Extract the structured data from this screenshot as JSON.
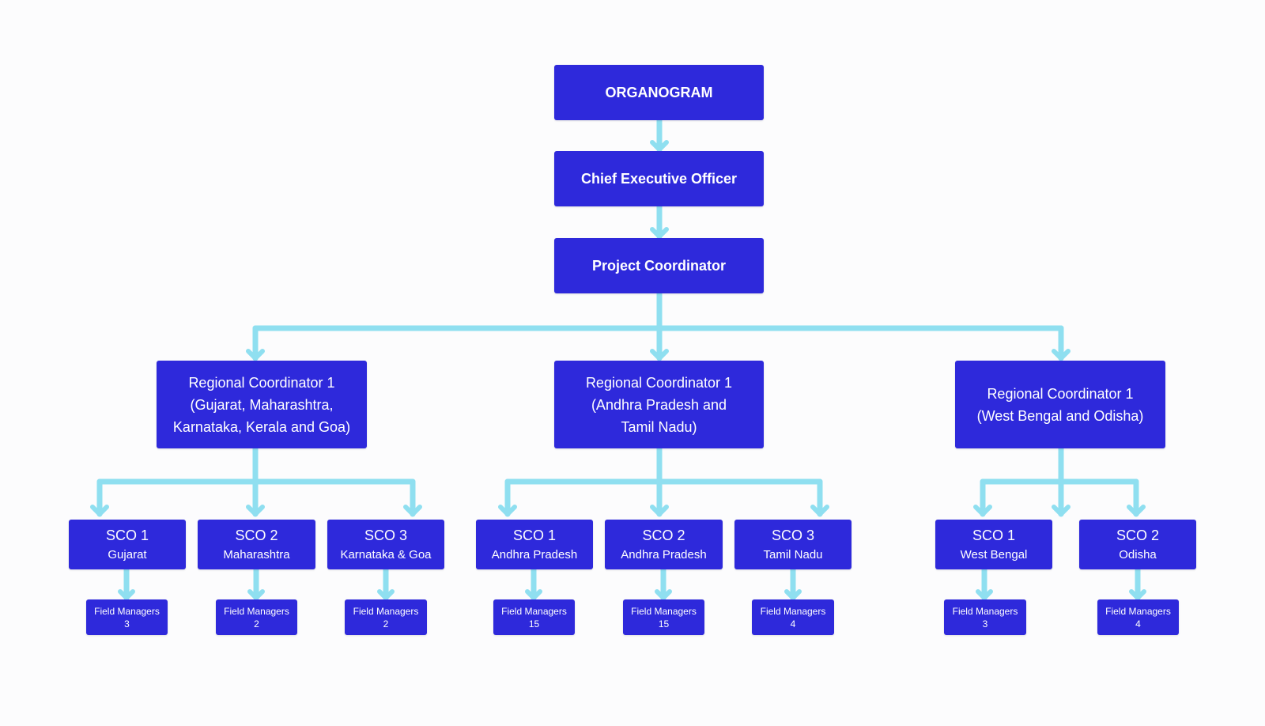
{
  "colors": {
    "box": "#2e29db",
    "text": "#ffffff",
    "connector": "#8fdff0",
    "background": "#fcfcfd"
  },
  "top": {
    "organogram": "ORGANOGRAM",
    "ceo": "Chief Executive Officer",
    "project_coordinator": "Project Coordinator"
  },
  "regions": [
    {
      "rc_lines": [
        "Regional Coordinator 1",
        "(Gujarat, Maharashtra,",
        "Karnataka, Kerala and Goa)"
      ],
      "scos": [
        {
          "title": "SCO 1",
          "area": "Gujarat",
          "fm_label": "Field Managers",
          "fm_count": "3"
        },
        {
          "title": "SCO 2",
          "area": "Maharashtra",
          "fm_label": "Field Managers",
          "fm_count": "2"
        },
        {
          "title": "SCO 3",
          "area": "Karnataka & Goa",
          "fm_label": "Field Managers",
          "fm_count": "2"
        }
      ]
    },
    {
      "rc_lines": [
        "Regional Coordinator 1",
        "(Andhra Pradesh and",
        "Tamil Nadu)"
      ],
      "scos": [
        {
          "title": "SCO 1",
          "area": "Andhra Pradesh",
          "fm_label": "Field Managers",
          "fm_count": "15"
        },
        {
          "title": "SCO 2",
          "area": "Andhra Pradesh",
          "fm_label": "Field Managers",
          "fm_count": "15"
        },
        {
          "title": "SCO 3",
          "area": "Tamil Nadu",
          "fm_label": "Field Managers",
          "fm_count": "4"
        }
      ]
    },
    {
      "rc_lines": [
        "Regional Coordinator 1",
        "(West Bengal and Odisha)"
      ],
      "scos": [
        {
          "title": "SCO 1",
          "area": "West Bengal",
          "fm_label": "Field Managers",
          "fm_count": "3"
        },
        {
          "title": "SCO 2",
          "area": "Odisha",
          "fm_label": "Field Managers",
          "fm_count": "4"
        }
      ]
    }
  ]
}
